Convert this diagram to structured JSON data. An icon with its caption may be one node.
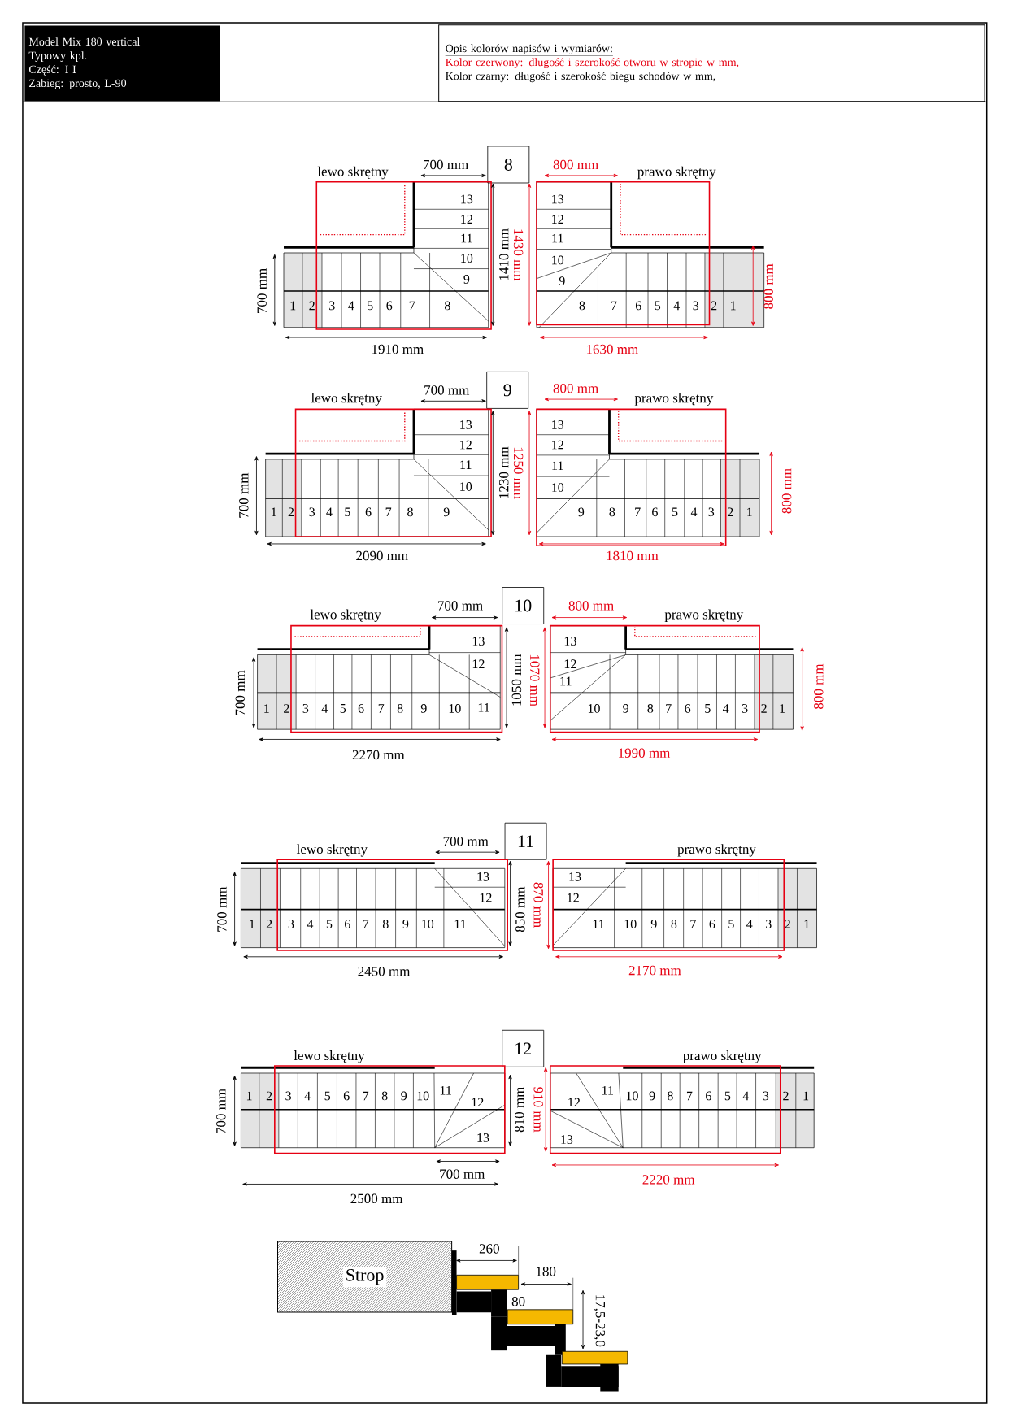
{
  "diagram": {
    "nodes": [
      {
        "text": [
          "Model Mix 180 vertical",
          "Typowy kpl.",
          "Część: I I",
          "Zabieg: prosto, L-90"
        ]
      },
      {
        "text": [
          "Opis kolorów napisów i wymiarów:",
          "Kolor czerwony: długość i szerokość otworu w stropie w mm,",
          "Kolor czarny: długość i szerokość biegu schodów w mm,"
        ]
      },
      {
        "text": [
          "8"
        ]
      },
      {
        "text": [
          "9"
        ]
      },
      {
        "text": [
          "10"
        ]
      },
      {
        "text": [
          "11"
        ]
      },
      {
        "text": [
          "12"
        ]
      },
      {
        "text": [
          "Strop"
        ]
      }
    ],
    "labels": [
      "lewo skrętny",
      "700 mm",
      "800 mm",
      "prawo skrętny",
      "700 mm",
      "1",
      "2",
      "3",
      "4",
      "5",
      "6",
      "7",
      "8",
      "9",
      "10",
      "11",
      "12",
      "13",
      "1410 mm",
      "1430 mm",
      "13",
      "12",
      "11",
      "10",
      "9",
      "8",
      "7",
      "6",
      "5",
      "4",
      "3",
      "2",
      "1",
      "800 mm",
      "1910 mm",
      "1630 mm",
      "lewo skrętny",
      "700 mm",
      "800 mm",
      "prawo skrętny",
      "700 mm",
      "1",
      "2",
      "3",
      "4",
      "5",
      "6",
      "7",
      "8",
      "9",
      "10",
      "11",
      "12",
      "13",
      "1230 mm",
      "1250 mm",
      "13",
      "12",
      "11",
      "10",
      "9",
      "8",
      "7",
      "6",
      "5",
      "4",
      "3",
      "2",
      "1",
      "800 mm",
      "2090 mm",
      "1810 mm",
      "lewo skrętny",
      "700 mm",
      "800 mm",
      "prawo skrętny",
      "700 mm",
      "1",
      "2",
      "3",
      "4",
      "5",
      "6",
      "7",
      "8",
      "9",
      "10",
      "11",
      "12",
      "13",
      "1050 mm",
      "1070 mm",
      "13",
      "12",
      "11",
      "10",
      "9",
      "8",
      "7",
      "6",
      "5",
      "4",
      "3",
      "2",
      "1",
      "800 mm",
      "2270 mm",
      "1990 mm",
      "lewo skrętny",
      "700 mm",
      "prawo skrętny",
      "700 mm",
      "1",
      "2",
      "3",
      "4",
      "5",
      "6",
      "7",
      "8",
      "9",
      "10",
      "11",
      "12",
      "13",
      "850 mm",
      "870 mm",
      "13",
      "12",
      "11",
      "10",
      "9",
      "8",
      "7",
      "6",
      "5",
      "4",
      "3",
      "2",
      "1",
      "2450 mm",
      "2170 mm",
      "lewo skrętny",
      "prawo skrętny",
      "700 mm",
      "1",
      "2",
      "3",
      "4",
      "5",
      "6",
      "7",
      "8",
      "9",
      "10",
      "11",
      "12",
      "13",
      "700 mm",
      "810 mm",
      "910 mm",
      "13",
      "12",
      "11",
      "10",
      "9",
      "8",
      "7",
      "6",
      "5",
      "4",
      "3",
      "2",
      "1",
      "2500 mm",
      "2220 mm",
      "260",
      "180",
      "80",
      "17,5-23,0"
    ]
  }
}
